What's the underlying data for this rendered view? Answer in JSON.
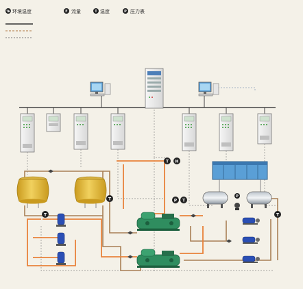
{
  "legend": {
    "items": [
      {
        "symbol": "TH",
        "label": "环境温度"
      },
      {
        "symbol": "F",
        "label": "流量"
      },
      {
        "symbol": "T",
        "label": "温度"
      },
      {
        "symbol": "P",
        "label": "压力表"
      }
    ],
    "line_styles": [
      "solid",
      "dashed",
      "dashed"
    ]
  },
  "gauges": {
    "t_left": "T",
    "t_center": "T",
    "t_mid_right": "T",
    "t_right": "T",
    "t_top": "T",
    "h_top": "H",
    "p_top": "P",
    "p_center": "P"
  },
  "colors": {
    "background": "#f4f1e8",
    "chilled_water": "#e8823a",
    "cooling_water": "#a87f55",
    "network": "#444444",
    "signal": "#888888",
    "cabinet": "#ffffff",
    "tower": "#e9c44a",
    "chiller": "#2f8d5f",
    "ahu": "#5a9fd6",
    "pump": "#2b4fb5",
    "gauge": "#222222"
  }
}
